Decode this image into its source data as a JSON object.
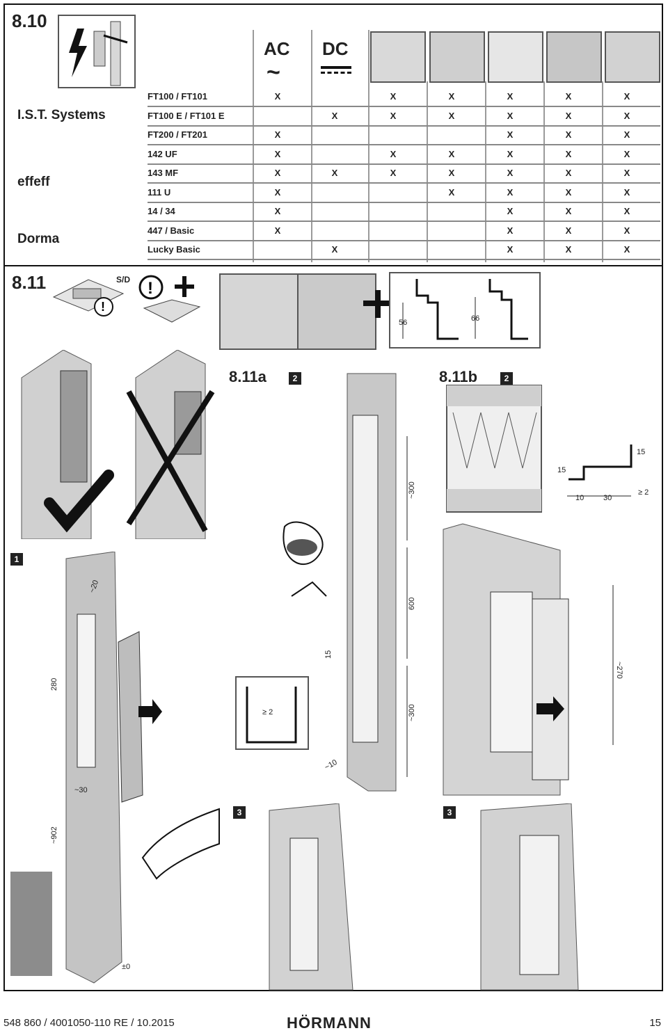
{
  "section_810": {
    "number": "8.10",
    "current_ac": "AC",
    "current_dc": "DC",
    "brands": [
      "I.S.T. Systems",
      "effeff",
      "Dorma"
    ],
    "rows": [
      {
        "model": "FT100 / FT101",
        "marks": [
          "X",
          "",
          "X",
          "X",
          "X",
          "X",
          "X"
        ]
      },
      {
        "model": "FT100 E / FT101 E",
        "marks": [
          "",
          "X",
          "X",
          "X",
          "X",
          "X",
          "X"
        ]
      },
      {
        "model": "FT200 / FT201",
        "marks": [
          "X",
          "",
          "",
          "",
          "X",
          "X",
          "X"
        ]
      },
      {
        "model": "142 UF",
        "marks": [
          "X",
          "",
          "X",
          "X",
          "X",
          "X",
          "X"
        ]
      },
      {
        "model": "143 MF",
        "marks": [
          "X",
          "X",
          "X",
          "X",
          "X",
          "X",
          "X"
        ]
      },
      {
        "model": "111 U",
        "marks": [
          "X",
          "",
          "",
          "X",
          "X",
          "X",
          "X"
        ]
      },
      {
        "model": "14 / 34",
        "marks": [
          "X",
          "",
          "",
          "",
          "X",
          "X",
          "X"
        ]
      },
      {
        "model": "447 / Basic",
        "marks": [
          "X",
          "",
          "",
          "",
          "X",
          "X",
          "X"
        ]
      },
      {
        "model": "Lucky Basic",
        "marks": [
          "",
          "X",
          "",
          "",
          "X",
          "X",
          "X"
        ]
      }
    ]
  },
  "section_811": {
    "number": "8.11",
    "sd_label": "S/D",
    "profile_dims": [
      "56",
      "66"
    ],
    "sub_a": "8.11a",
    "sub_b": "8.11b",
    "step_1": "1",
    "step_2": "2",
    "step_3": "3",
    "dims_a": [
      "~300",
      "600",
      "~300",
      "15",
      "≥ 2",
      "~10"
    ],
    "dims_b": [
      "15",
      "15",
      "10",
      "30",
      "≥ 2",
      "~270"
    ],
    "dims_1": [
      "~20",
      "280",
      "~30",
      "~902",
      "±0"
    ]
  },
  "footer": {
    "doc_ref": "548 860 / 4001050-110  RE / 10.2015",
    "brand": "HÖRMANN",
    "page": "15"
  }
}
